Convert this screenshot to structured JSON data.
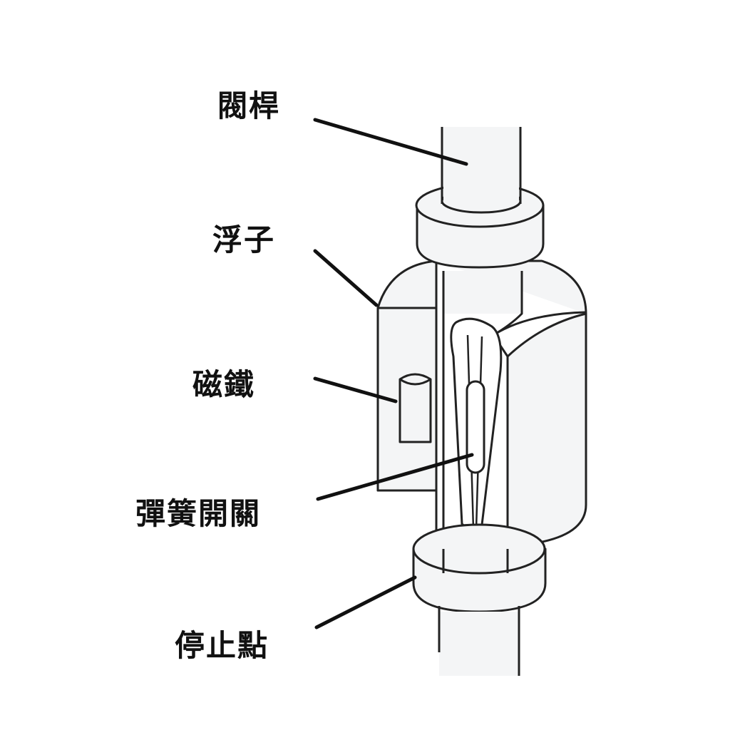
{
  "labels": {
    "rod": "閥桿",
    "float": "浮子",
    "magnet": "磁鐵",
    "reed_switch": "彈簧開關",
    "stop": "停止點"
  },
  "colors": {
    "outline": "#222222",
    "fill": "#f4f5f6",
    "leader": "#111111"
  }
}
